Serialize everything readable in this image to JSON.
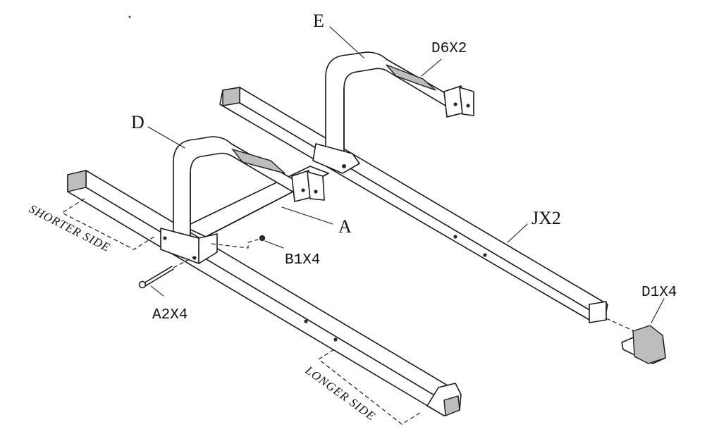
{
  "labels": {
    "e": "E",
    "d6x2": "D6X2",
    "d": "D",
    "a": "A",
    "jx2": "JX2",
    "b1x4": "B1X4",
    "a2x4": "A2X4",
    "d1x4": "D1X4",
    "shorter_side": "SHORTER SIDE",
    "longer_side": "LONGER SIDE"
  }
}
